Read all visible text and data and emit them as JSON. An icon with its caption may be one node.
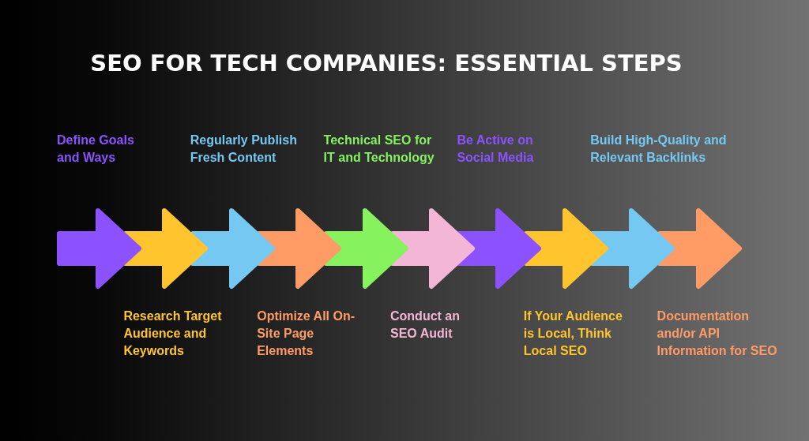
{
  "diagram": {
    "title": "SEO FOR TECH COMPANIES: ESSENTIAL STEPS",
    "nodes": [
      {
        "text": [],
        "shape": "arrow",
        "beside": [
          "Define Goals and Ways"
        ]
      },
      {
        "text": [],
        "shape": "arrow",
        "beside": [
          "Research Target Audience and Keywords"
        ]
      },
      {
        "text": [],
        "shape": "arrow",
        "beside": [
          "Regularly Publish Fresh Content"
        ]
      },
      {
        "text": [],
        "shape": "arrow",
        "beside": [
          "Optimize All On-Site Page Elements"
        ]
      },
      {
        "text": [],
        "shape": "arrow",
        "beside": [
          "Technical SEO for IT and Technology"
        ]
      },
      {
        "text": [],
        "shape": "arrow",
        "beside": [
          "Conduct an SEO Audit"
        ]
      },
      {
        "text": [],
        "shape": "arrow",
        "beside": [
          "Be Active on Social Media"
        ]
      },
      {
        "text": [],
        "shape": "arrow",
        "beside": [
          "If Your Audience is Local, Think Local SEO"
        ]
      },
      {
        "text": [],
        "shape": "arrow",
        "beside": [
          "Build High-Quality and Relevant Backlinks"
        ]
      },
      {
        "text": [],
        "shape": "arrow",
        "beside": [
          "Documentation and/or API Information for SEO"
        ]
      }
    ]
  }
}
